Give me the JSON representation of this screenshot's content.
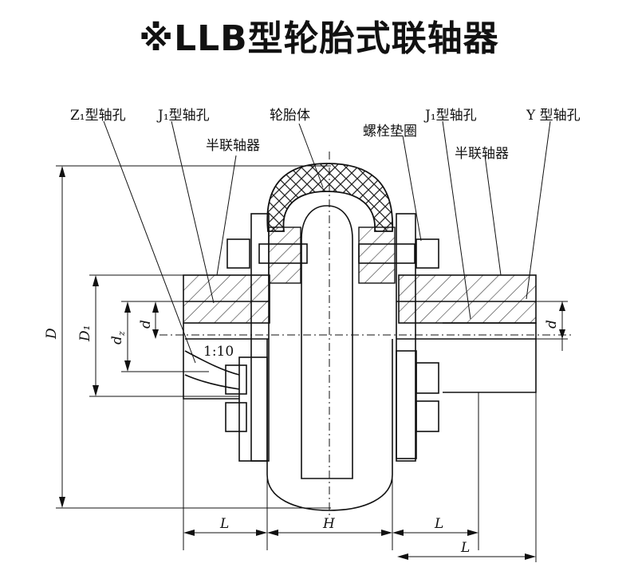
{
  "title": "※LLB型轮胎式联轴器",
  "labels": {
    "z1_bore": "Z₁型轴孔",
    "j1_bore_left": "J₁型轴孔",
    "tire_body": "轮胎体",
    "j1_bore_right": "J₁型轴孔",
    "y_bore": "Y 型轴孔",
    "half_coupling_left": "半联轴器",
    "bolt_washer": "螺栓垫圈",
    "half_coupling_right": "半联轴器",
    "taper": "1:10"
  },
  "dimensions": {
    "D": "D",
    "D1": "D₁",
    "dz": "d",
    "dz_sub": "z",
    "d_left": "d",
    "d_right": "d",
    "L_left": "L",
    "H": "H",
    "L_right_inner": "L",
    "L_right_outer": "L"
  },
  "colors": {
    "line": "#111111",
    "hatch": "#333333",
    "background": "#ffffff"
  }
}
